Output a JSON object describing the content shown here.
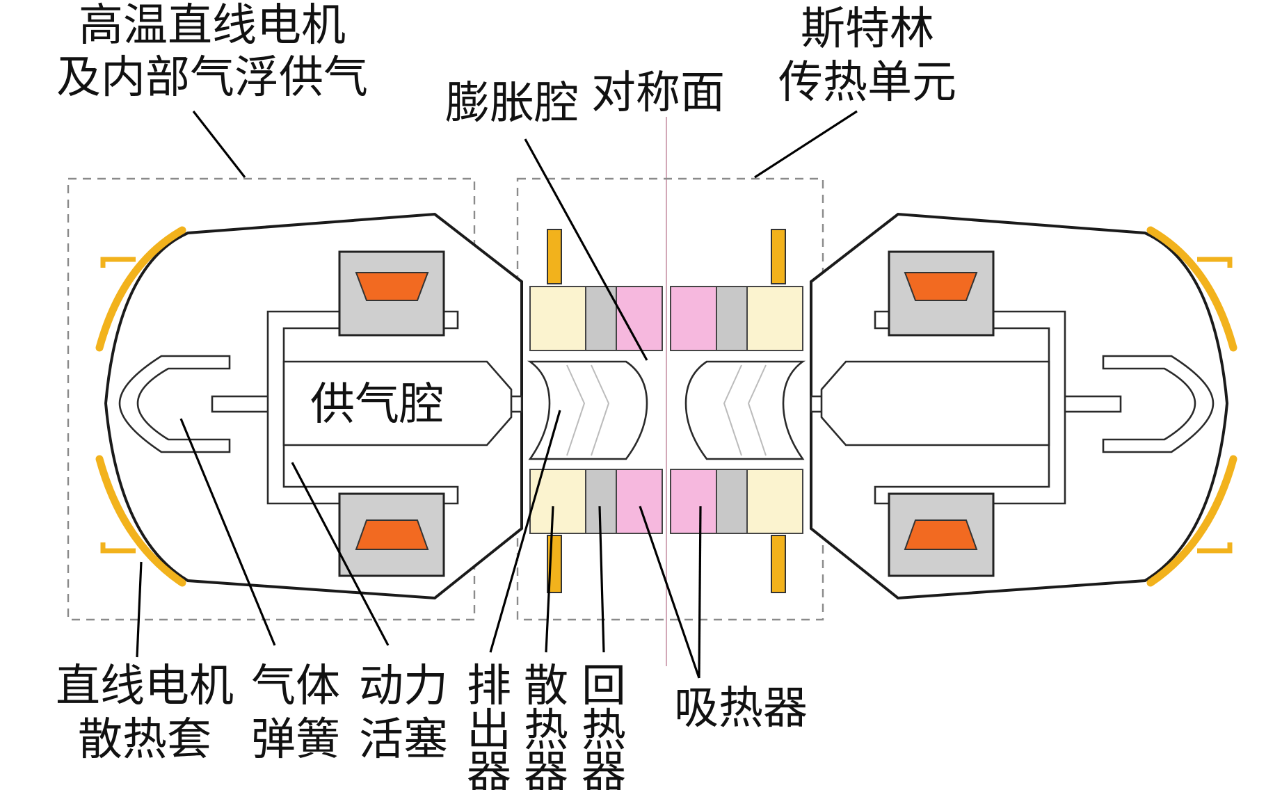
{
  "labels": {
    "motor_supply_1": "高温直线电机",
    "motor_supply_2": "及内部气浮供气",
    "stirling_1": "斯特林",
    "stirling_2": "传热单元",
    "expansion_chamber": "膨胀腔",
    "symmetry_plane": "对称面",
    "supply_chamber": "供气腔",
    "heat_sink_jacket_1": "直线电机",
    "heat_sink_jacket_2": "散热套",
    "gas_spring_1": "气体",
    "gas_spring_2": "弹簧",
    "power_piston_1": "动力",
    "power_piston_2": "活塞",
    "displacer": [
      "排",
      "出",
      "器"
    ],
    "cooler": [
      "散",
      "热",
      "器"
    ],
    "regenerator": [
      "回",
      "热",
      "器"
    ],
    "heater": "吸热器"
  },
  "colors": {
    "heat_jacket": "#f2b21c",
    "magnet": "#f26a21",
    "stator": "#cfcfcf",
    "cooler_fill": "#fbf3cf",
    "regenerator_fill": "#c8c8c8",
    "heater_fill": "#f6b8de",
    "flange": "#f2b21c"
  }
}
